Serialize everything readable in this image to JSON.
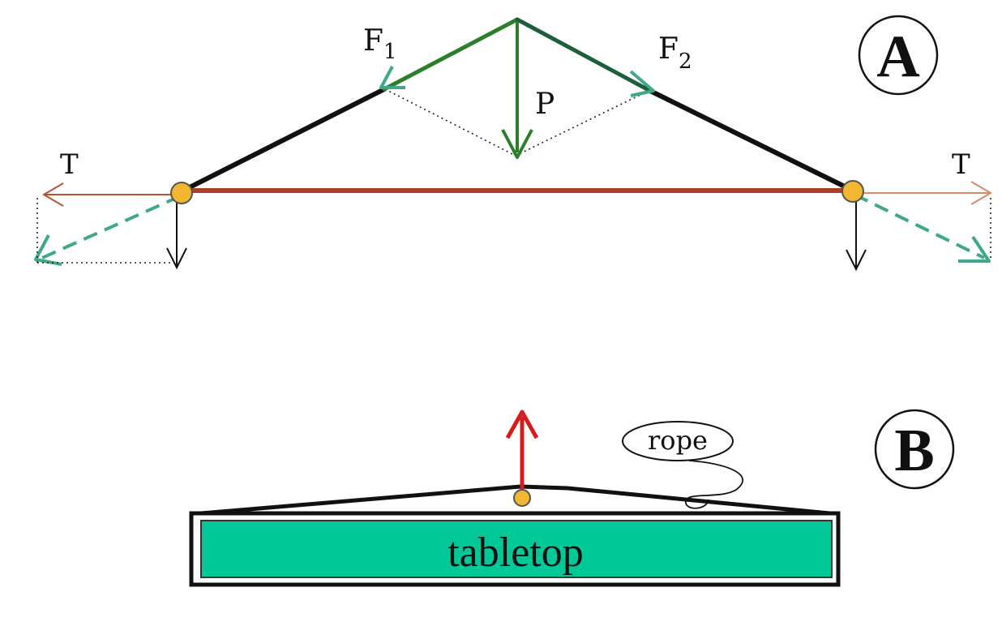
{
  "panel_a": {
    "badge": "A",
    "labels": {
      "f1": {
        "main": "F",
        "sub": "1"
      },
      "f2": {
        "main": "F",
        "sub": "2"
      },
      "p": "P",
      "t_left": "T",
      "t_right": "T"
    }
  },
  "panel_b": {
    "badge": "B",
    "rope_label": "rope",
    "tabletop_label": "tabletop"
  },
  "colors": {
    "strut": "#111111",
    "tie_rod": "#a8412c",
    "force_green": "#2b7f2b",
    "force_teal": "#3fa88a",
    "tension": "#b5552f",
    "joint": "#f2b630",
    "lift_arrow": "#d41c1c",
    "tabletop_fill": "#00c896",
    "dotted": "#222222"
  },
  "icons": {
    "joint": "circle-node",
    "arrow": "arrowhead"
  }
}
